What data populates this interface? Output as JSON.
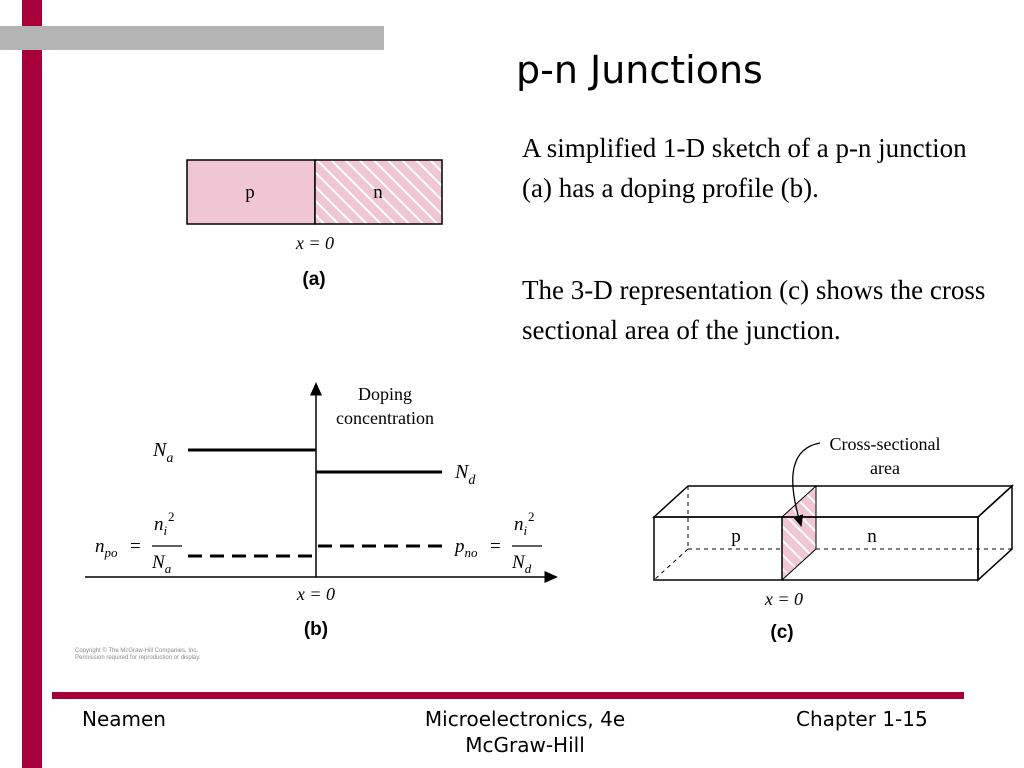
{
  "slide": {
    "title": "p-n Junctions",
    "paragraphs": [
      "A simplified 1-D sketch of a p-n junction (a) has a doping profile (b).",
      "The 3-D representation (c) shows the cross sectional area of the junction."
    ],
    "accent_color": "#a8003a",
    "region_fill": "#f0c5d4",
    "grey_bar_color": "#b4b4b4"
  },
  "figure_a": {
    "p_label": "p",
    "n_label": "n",
    "x0_label": "x = 0",
    "caption": "(a)"
  },
  "figure_b": {
    "axis_label_line1": "Doping",
    "axis_label_line2": "concentration",
    "na_label": "N",
    "na_sub": "a",
    "nd_label": "N",
    "nd_sub": "d",
    "npo_main": "n",
    "npo_sub": "po",
    "pno_main": "p",
    "pno_sub": "no",
    "equals": "=",
    "ni_main": "n",
    "ni_sub": "i",
    "ni_sup": "2",
    "denom_main": "N",
    "denom_left_sub": "a",
    "denom_right_sub": "d",
    "x0_label": "x = 0",
    "caption": "(b)"
  },
  "figure_c": {
    "cross_label_line1": "Cross-sectional",
    "cross_label_line2": "area",
    "p_label": "p",
    "n_label": "n",
    "x0_label": "x = 0",
    "caption": "(c)"
  },
  "copyright": {
    "line1": "Copyright © The McGraw-Hill Companies, Inc.",
    "line2": "Permission required for reproduction or display."
  },
  "footer": {
    "left": "Neamen",
    "center_line1": "Microelectronics, 4e",
    "center_line2": "McGraw-Hill",
    "right": "Chapter 1-15"
  }
}
